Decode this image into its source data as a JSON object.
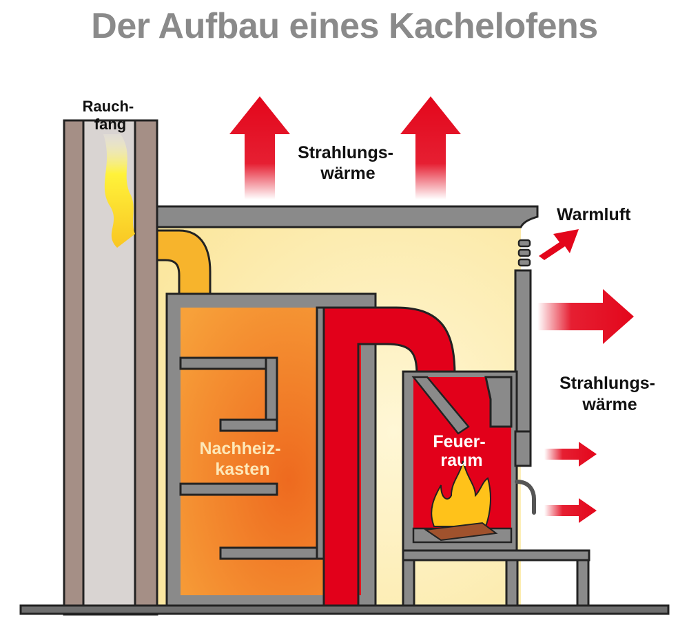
{
  "title": "Der Aufbau eines Kachelofens",
  "labels": {
    "rauchfang_1": "Rauch-",
    "rauchfang_2": "fang",
    "strahlung_top_1": "Strahlungs-",
    "strahlung_top_2": "wärme",
    "warmluft": "Warmluft",
    "strahlung_side_1": "Strahlungs-",
    "strahlung_side_2": "wärme",
    "nachheiz_1": "Nachheiz-",
    "nachheiz_2": "kasten",
    "feuer_1": "Feuer-",
    "feuer_2": "raum"
  },
  "colors": {
    "title": "#8a8a8a",
    "wall": "#a58f86",
    "chimney_inside": "#d9d4d2",
    "room_glow": "#fdf3c4",
    "frame": "#6f6f6f",
    "orange": "#f3862a",
    "yellow_pipe": "#f7b42c",
    "red": "#e2001a",
    "arrow": "#e3061b"
  }
}
